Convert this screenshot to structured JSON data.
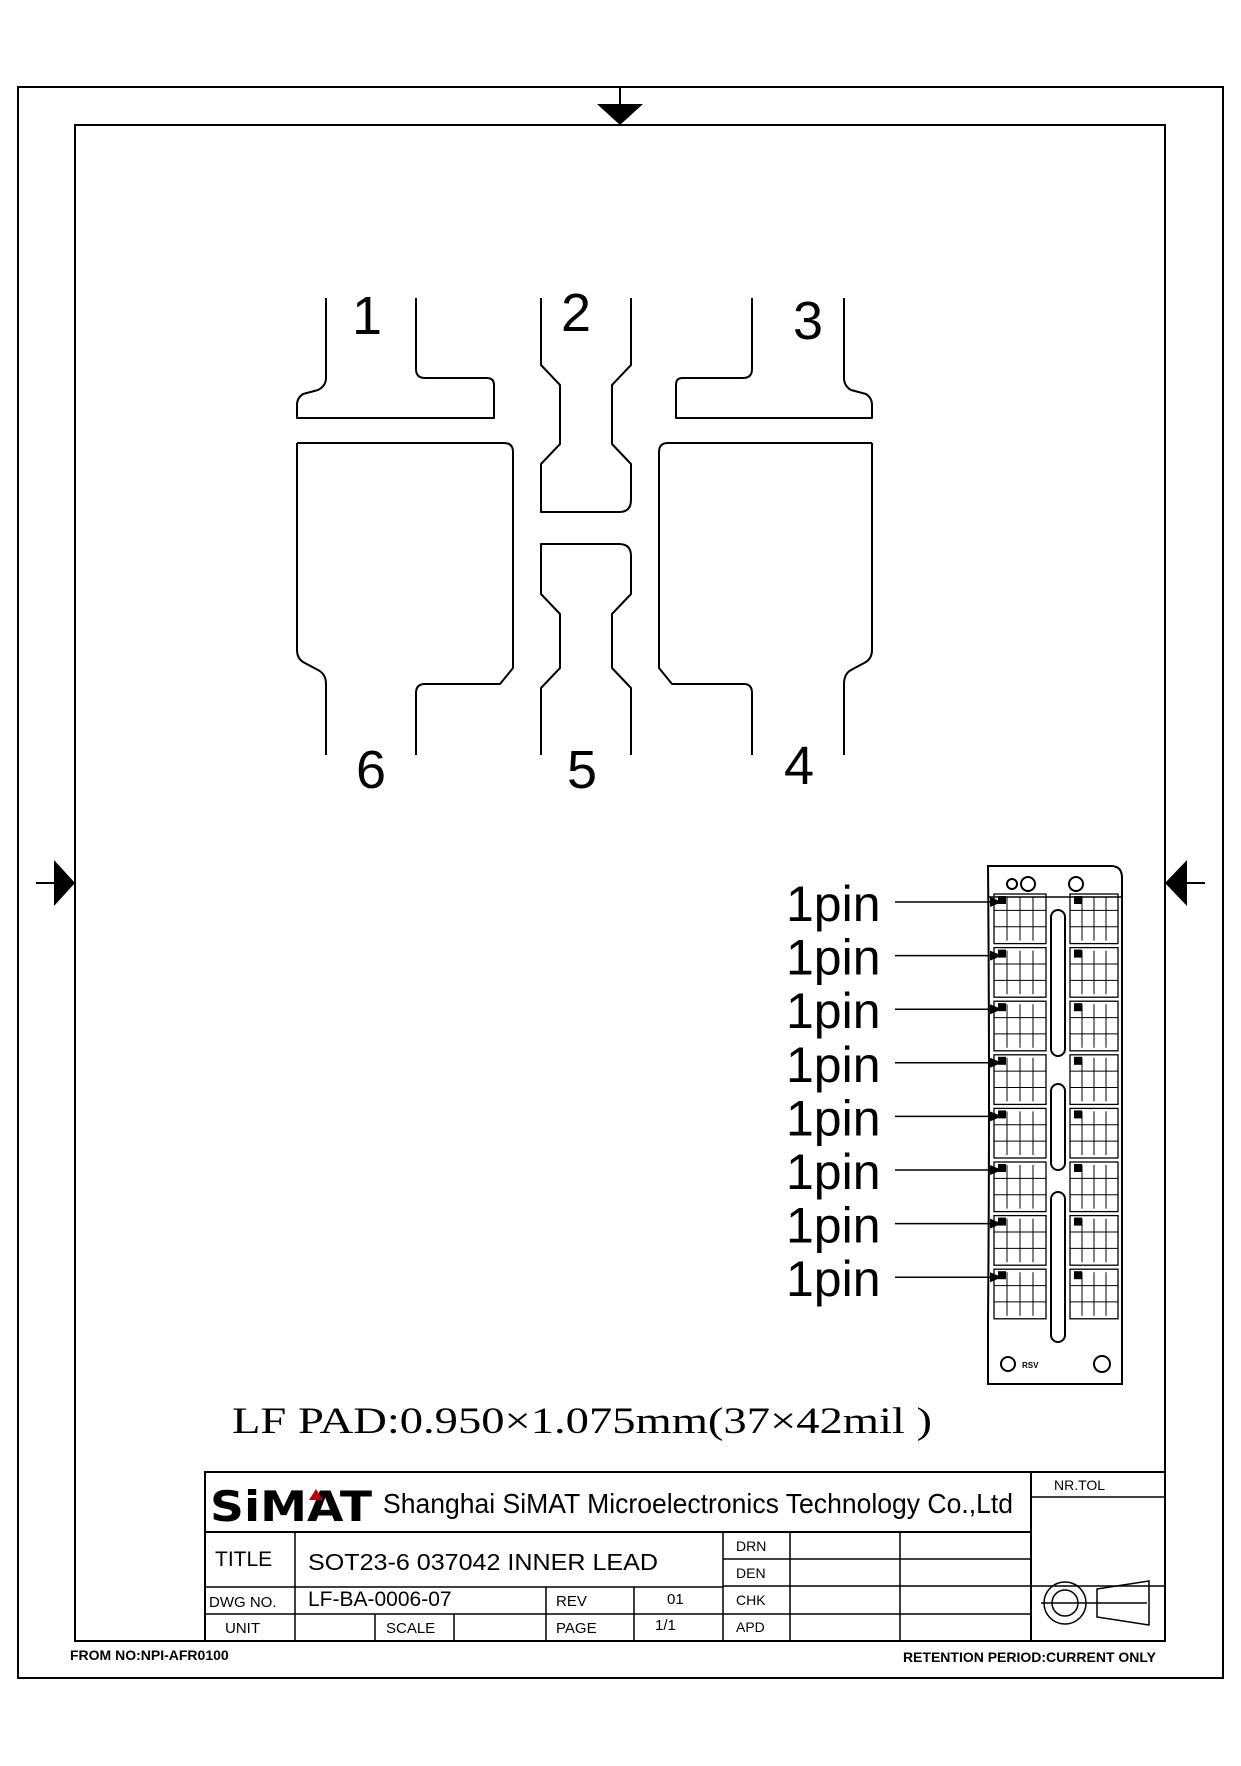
{
  "drawing": {
    "pin_numbers": [
      "1",
      "2",
      "3",
      "4",
      "5",
      "6"
    ],
    "pin_marker_label": "1pin",
    "pad_note": "LF PAD:0.950×1.075mm(37×42mil )",
    "strip_labels": {
      "rsv": "RSV"
    }
  },
  "title_block": {
    "logo": "SiMAT",
    "company": "Shanghai SiMAT Microelectronics Technology Co.,Ltd",
    "tolerance_label": "NR.TOL",
    "title_label": "TITLE",
    "title": "SOT23-6 037042 INNER LEAD",
    "dwg_no_label": "DWG NO.",
    "dwg_no": "LF-BA-0006-07",
    "rev_label": "REV",
    "rev": "01",
    "unit_label": "UNIT",
    "scale_label": "SCALE",
    "page_label": "PAGE",
    "page": "1/1",
    "drn_label": "DRN",
    "den_label": "DEN",
    "chk_label": "CHK",
    "apd_label": "APD"
  },
  "footer": {
    "form_no": "FROM NO:NPI-AFR0100",
    "retention": "RETENTION PERIOD:CURRENT ONLY"
  }
}
